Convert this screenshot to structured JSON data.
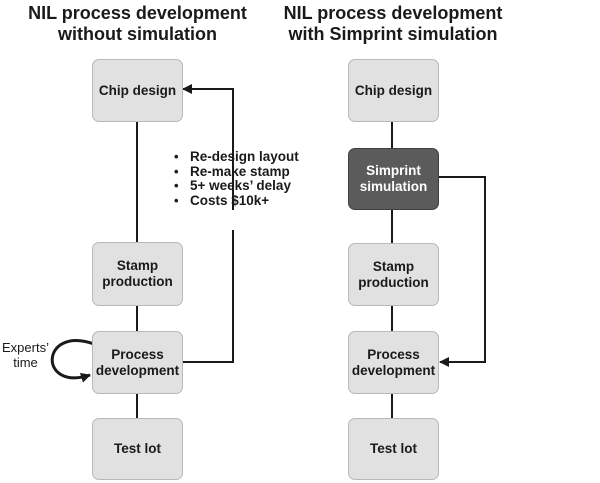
{
  "left": {
    "title": [
      "NIL process development",
      "without simulation"
    ],
    "boxes": {
      "chip_design": [
        "Chip design"
      ],
      "stamp_production": [
        "Stamp",
        "production"
      ],
      "process_development": [
        "Process",
        "development"
      ],
      "test_lot": [
        "Test lot"
      ]
    },
    "bullets": [
      "Re-design layout",
      "Re-make stamp",
      "5+ weeks’ delay",
      "Costs $10k+"
    ],
    "loop_label": [
      "Experts’",
      "time"
    ]
  },
  "right": {
    "title": [
      "NIL process development",
      "with Simprint simulation"
    ],
    "boxes": {
      "chip_design": [
        "Chip design"
      ],
      "simulation": [
        "Simprint",
        "simulation"
      ],
      "stamp_production": [
        "Stamp",
        "production"
      ],
      "process_development": [
        "Process",
        "development"
      ],
      "test_lot": [
        "Test lot"
      ]
    }
  },
  "colors": {
    "box_fill": "#e1e1e1",
    "box_border": "#b9b9b9",
    "highlight_fill": "#5b5b5b",
    "line": "#1a1a1a"
  }
}
